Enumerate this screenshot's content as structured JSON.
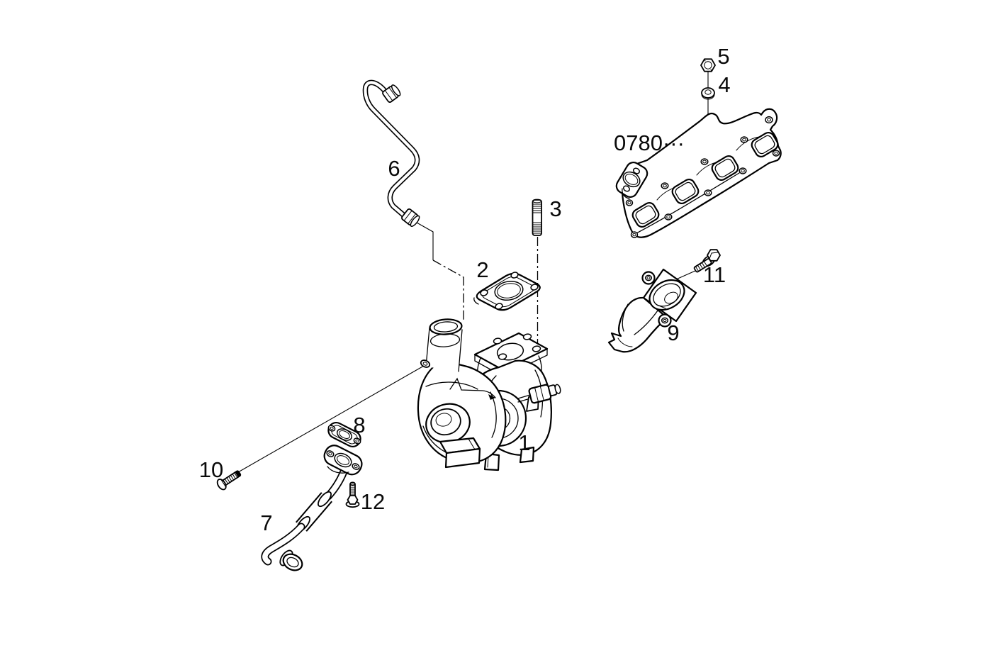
{
  "diagram": {
    "background_color": "#ffffff",
    "line_color": "#000000",
    "manifold_ref": "0780···",
    "callouts": [
      {
        "label": "1"
      },
      {
        "label": "2"
      },
      {
        "label": "3"
      },
      {
        "label": "4"
      },
      {
        "label": "5"
      },
      {
        "label": "6"
      },
      {
        "label": "7"
      },
      {
        "label": "8"
      },
      {
        "label": "9"
      },
      {
        "label": "10"
      },
      {
        "label": "11"
      },
      {
        "label": "12"
      }
    ]
  }
}
